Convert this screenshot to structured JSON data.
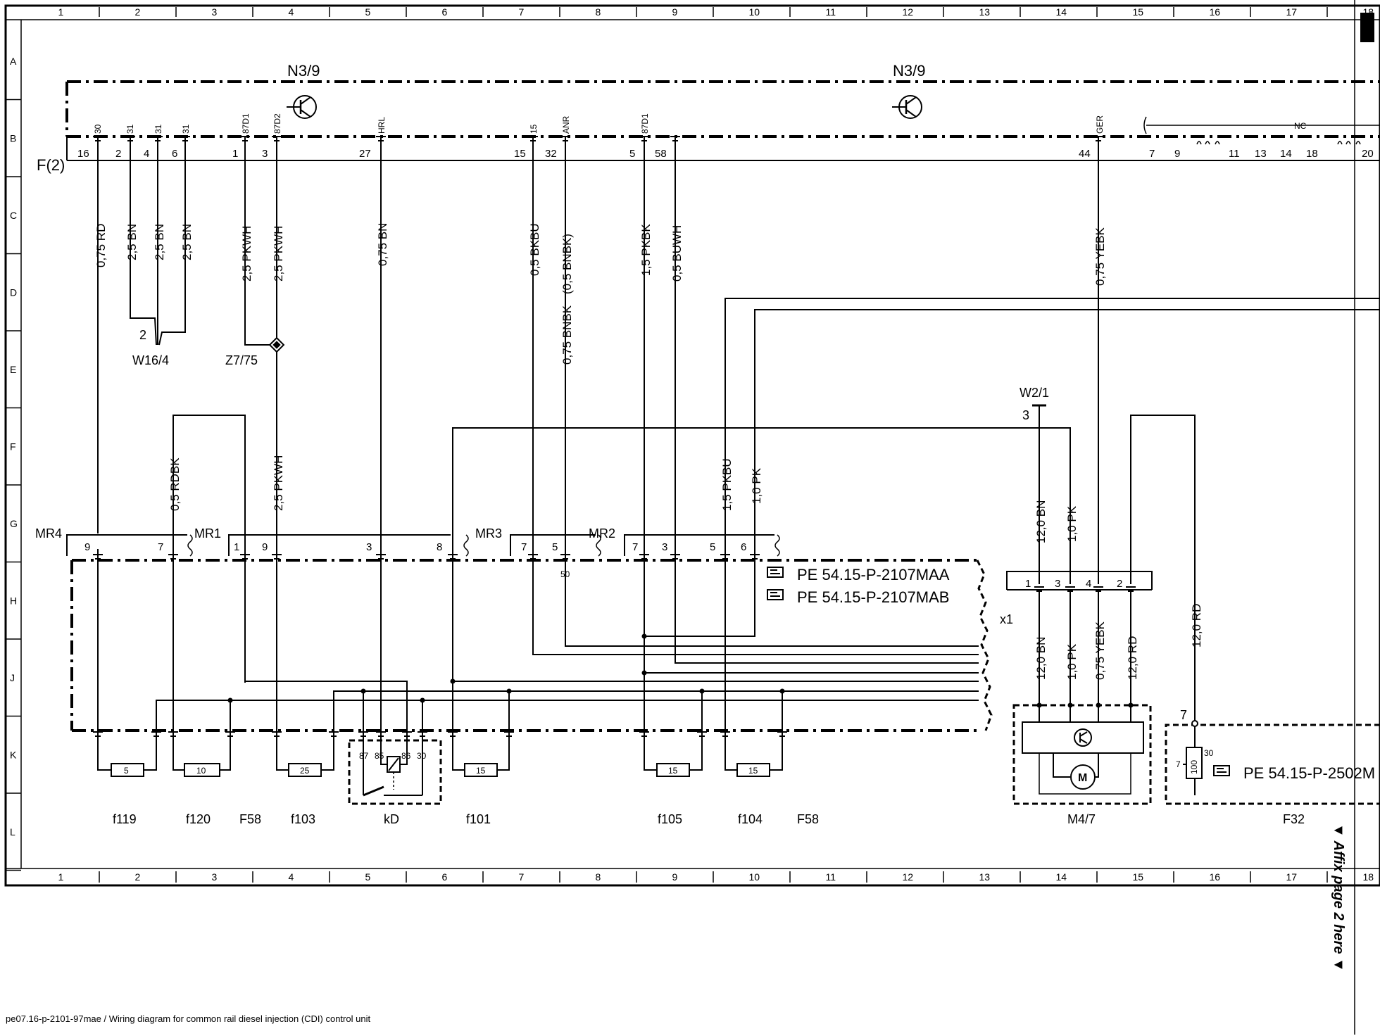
{
  "grid": {
    "columns": [
      "1",
      "2",
      "3",
      "4",
      "5",
      "6",
      "7",
      "8",
      "9",
      "10",
      "11",
      "12",
      "13",
      "14",
      "15",
      "16",
      "17",
      "18"
    ],
    "rows": [
      "A",
      "B",
      "C",
      "D",
      "E",
      "F",
      "G",
      "H",
      "J",
      "K",
      "L"
    ]
  },
  "components": {
    "n3_9_left": "N3/9",
    "n3_9_right": "N3/9",
    "f2": "F(2)",
    "w16_4": "W16/4",
    "w16_4_pin": "2",
    "z7_75": "Z7/75",
    "w2_1": "W2/1",
    "w2_1_pin": "3",
    "x1": "x1",
    "m4_7": "M4/7",
    "f32": "F32",
    "f32_pin": "7",
    "nc": "NC"
  },
  "connector_top": {
    "pin_labels": [
      "30",
      "31",
      "31",
      "31",
      "87D1",
      "87D2",
      "HRL",
      "15",
      "ANR",
      "87D1",
      "GER"
    ],
    "pin_numbers": [
      "16",
      "2",
      "4",
      "6",
      "1",
      "3",
      "27",
      "15",
      "32",
      "5",
      "58",
      "44",
      "7",
      "9",
      "11",
      "13",
      "14",
      "18",
      "20"
    ]
  },
  "wires_top": [
    "0,75 RD",
    "2,5 BN",
    "2,5 BN",
    "2,5 BN",
    "2,5 PKWH",
    "2,5 PKWH",
    "0,75 BN",
    "0,5 BKBU",
    "(0,5 BNBK)",
    "1,5 PKBK",
    "0,5 BUWH",
    "0,75 YEBK"
  ],
  "wire_0_75_bnbk": "0,75 BNBK",
  "wires_mid": [
    "0,5 RDBK",
    "2,5 PKWH",
    "1,5 PKBU",
    "1,0 PK",
    "12,0 BN",
    "1,0 PK",
    "12,0 RD"
  ],
  "wires_m47": [
    "12,0 BN",
    "1,0 PK",
    "0,75 YEBK",
    "12,0 RD"
  ],
  "relay_groups": [
    "MR4",
    "MR1",
    "MR3",
    "MR2"
  ],
  "connector_mid_pins": [
    "9",
    "7",
    "1",
    "9",
    "3",
    "8",
    "7",
    "5",
    "7",
    "3",
    "5",
    "6"
  ],
  "pin_50": "50",
  "x1_pins": [
    "1",
    "3",
    "4",
    "2"
  ],
  "references": [
    "PE 54.15-P-2107MAA",
    "PE 54.15-P-2107MAB",
    "PE 54.15-P-2502M"
  ],
  "fuses": {
    "values": [
      "5",
      "10",
      "25",
      "15",
      "15",
      "15"
    ],
    "labels": [
      "f119",
      "f120",
      "F58",
      "f103",
      "kD",
      "f101",
      "f105",
      "f104",
      "F58"
    ]
  },
  "relay_kd_pins": [
    "87",
    "85",
    "86",
    "30"
  ],
  "f32_fuse": {
    "value": "100",
    "pins": [
      "7",
      "30"
    ]
  },
  "footer": "pe07.16-p-2101-97mae / Wiring diagram for common rail diesel injection (CDI) control unit",
  "affix": "▼ Affix page 2 here ▼"
}
